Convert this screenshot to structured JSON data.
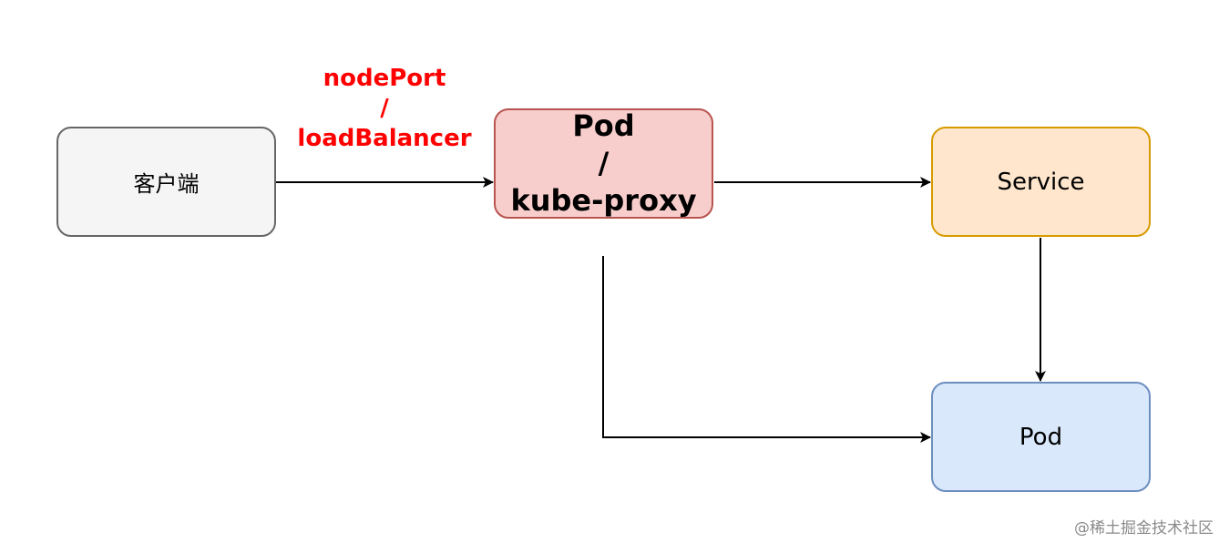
{
  "nodes": {
    "client": {
      "label": "客户端"
    },
    "kube_proxy": {
      "line1": "Pod",
      "line2": "/",
      "line3": "kube-proxy"
    },
    "service": {
      "label": "Service"
    },
    "pod": {
      "label": "Pod"
    }
  },
  "edges": {
    "client_to_kube_proxy": {
      "label_line1": "nodePort",
      "label_line2": "/",
      "label_line3": "loadBalancer"
    }
  },
  "watermark": "@稀土掘金技术社区",
  "colors": {
    "edge_label": "#ff0000",
    "client_fill": "#f5f5f5",
    "client_stroke": "#666666",
    "kube_proxy_fill": "#f8cecc",
    "kube_proxy_stroke": "#b85450",
    "service_fill": "#ffe6cc",
    "service_stroke": "#d79b00",
    "pod_fill": "#dae8fc",
    "pod_stroke": "#6c8ebf"
  }
}
